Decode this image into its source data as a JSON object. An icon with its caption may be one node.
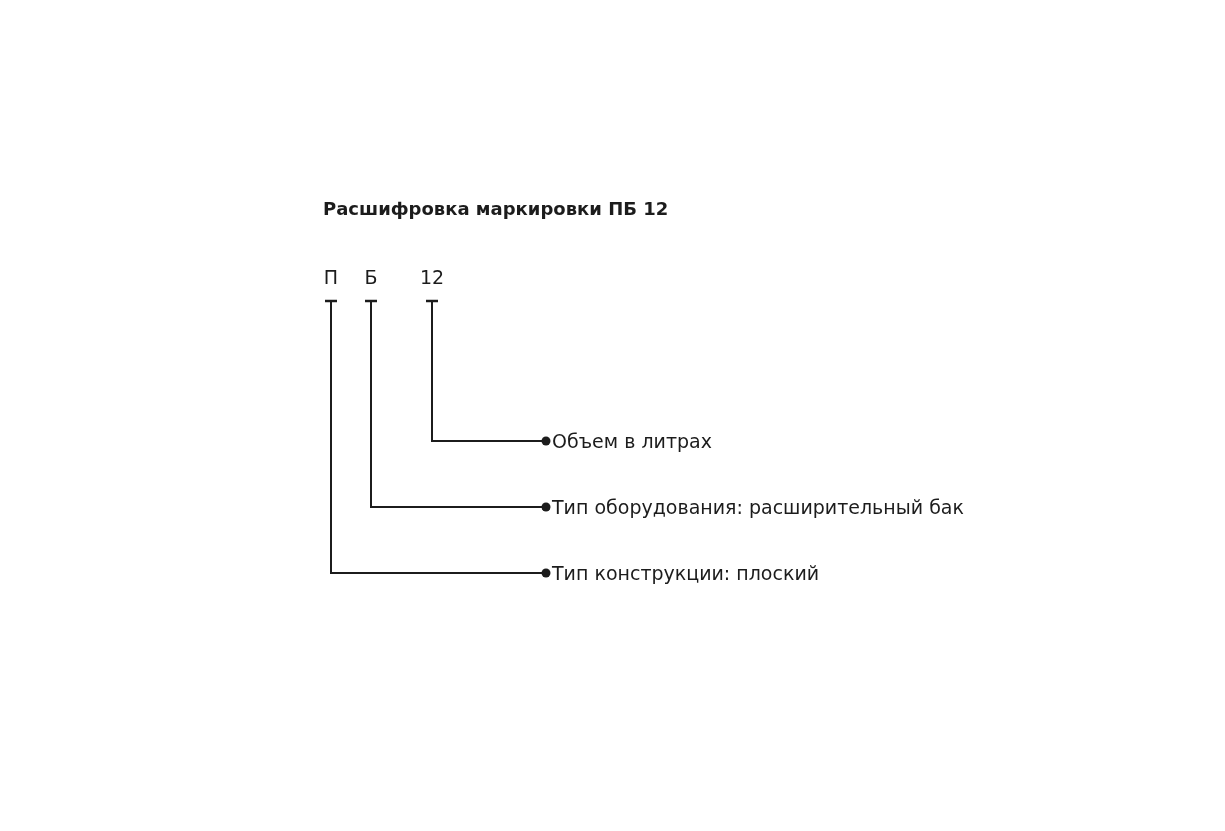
{
  "diagram": {
    "title": "Расшифровка маркировки ПБ 12",
    "nodes": [
      {
        "text": [
          "П"
        ]
      },
      {
        "text": [
          "Б"
        ]
      },
      {
        "text": [
          "12"
        ]
      },
      {
        "text": [
          "Объем в литрах"
        ]
      },
      {
        "text": [
          "Тип оборудования: расширительный бак"
        ]
      },
      {
        "text": [
          "Тип конструкции: плоский"
        ]
      }
    ],
    "edges": [
      {
        "from": 2,
        "to": 3,
        "arrow": "other"
      },
      {
        "from": 1,
        "to": 4,
        "arrow": "other"
      },
      {
        "from": 0,
        "to": 5,
        "arrow": "other"
      }
    ]
  }
}
